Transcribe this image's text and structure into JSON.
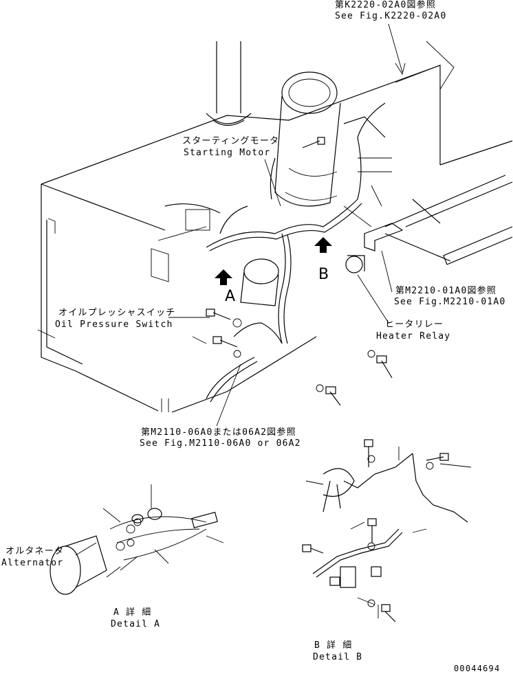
{
  "callouts": {
    "fig_k2220_jp": "第K2220-02A0図参照",
    "fig_k2220_en": "See Fig.K2220-02A0",
    "starting_motor_jp": "スターティングモータ",
    "starting_motor_en": "Starting Motor",
    "oil_pressure_jp": "オイルプレッシャスイッチ",
    "oil_pressure_en": "Oil Pressure Switch",
    "fig_m2210_jp": "第M2210-01A0図参照",
    "fig_m2210_en": "See Fig.M2210-01A0",
    "heater_relay_jp": "ヒータリレー",
    "heater_relay_en": "Heater Relay",
    "fig_m2110_jp": "第M2110-06A0または06A2図参照",
    "fig_m2110_en": "See Fig.M2110-06A0 or 06A2",
    "alternator_jp": "オルタネータ",
    "alternator_en": "Alternator"
  },
  "markers": {
    "a": "A",
    "b": "B"
  },
  "details": {
    "a_jp": "A 詳 細",
    "a_en": "Detail A",
    "b_jp": "B 詳 細",
    "b_en": "Detail B"
  },
  "footer": {
    "drawing_number": "00044694"
  },
  "colors": {
    "line": "#000000",
    "background": "#ffffff"
  }
}
